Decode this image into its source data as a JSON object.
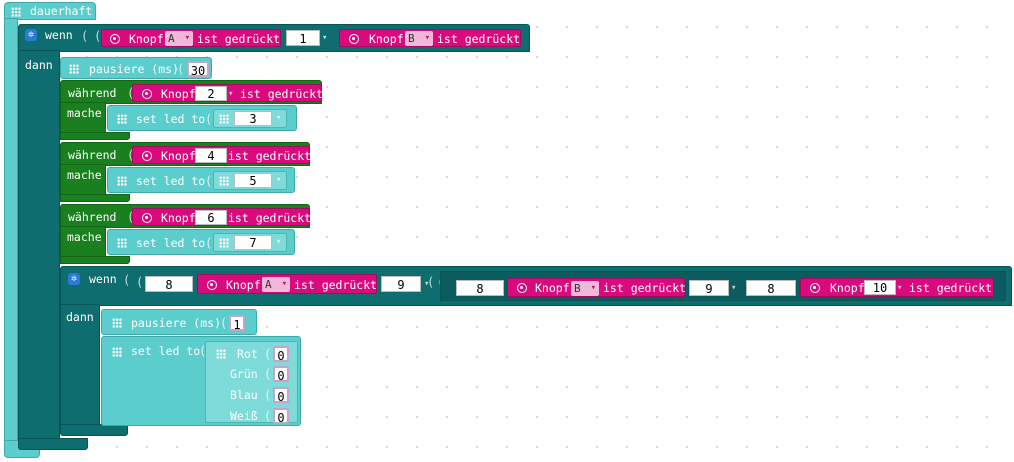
{
  "forever": {
    "label": "dauerhaft"
  },
  "outer_if": {
    "if_label": "wenn",
    "then_label": "dann",
    "cond_a_button": "A",
    "cond_b_button": "B",
    "operator_value": "1",
    "knopf_label": "Knopf",
    "pressed_label": "ist gedrückt"
  },
  "pause1": {
    "label": "pausiere (ms)",
    "value": "30"
  },
  "while_blocks": [
    {
      "while_label": "während",
      "do_label": "mache",
      "knopf": "Knopf",
      "pin": "2",
      "pressed": "ist gedrückt",
      "set_label": "set led to",
      "led": "3"
    },
    {
      "while_label": "während",
      "do_label": "mache",
      "knopf": "Knopf",
      "pin": "4",
      "pressed": "ist gedrückt",
      "set_label": "set led to",
      "led": "5"
    },
    {
      "while_label": "während",
      "do_label": "mache",
      "knopf": "Knopf",
      "pin": "6",
      "pressed": "ist gedrückt",
      "set_label": "set led to",
      "led": "7"
    }
  ],
  "inner_if": {
    "if_label": "wenn",
    "then_label": "dann",
    "a_left": "8",
    "a_button": "A",
    "op1": "9",
    "b_left": "8",
    "b_button": "B",
    "op2": "9",
    "c_left": "8",
    "c_pin": "10",
    "knopf_label": "Knopf",
    "pressed_label": "ist gedrückt"
  },
  "pause2": {
    "label": "pausiere (ms)",
    "value": "1"
  },
  "set_rgb": {
    "label": "set led to",
    "rows": [
      {
        "label": "Rot",
        "value": "0"
      },
      {
        "label": "Grün",
        "value": "0"
      },
      {
        "label": "Blau",
        "value": "0"
      },
      {
        "label": "Weiß",
        "value": "0"
      }
    ]
  },
  "colors": {
    "teal": "#5ccdcd",
    "dark_teal": "#0e6d6f",
    "green": "#1a7f1e",
    "pink": "#d80a7d",
    "blue": "#2a7bd6"
  }
}
